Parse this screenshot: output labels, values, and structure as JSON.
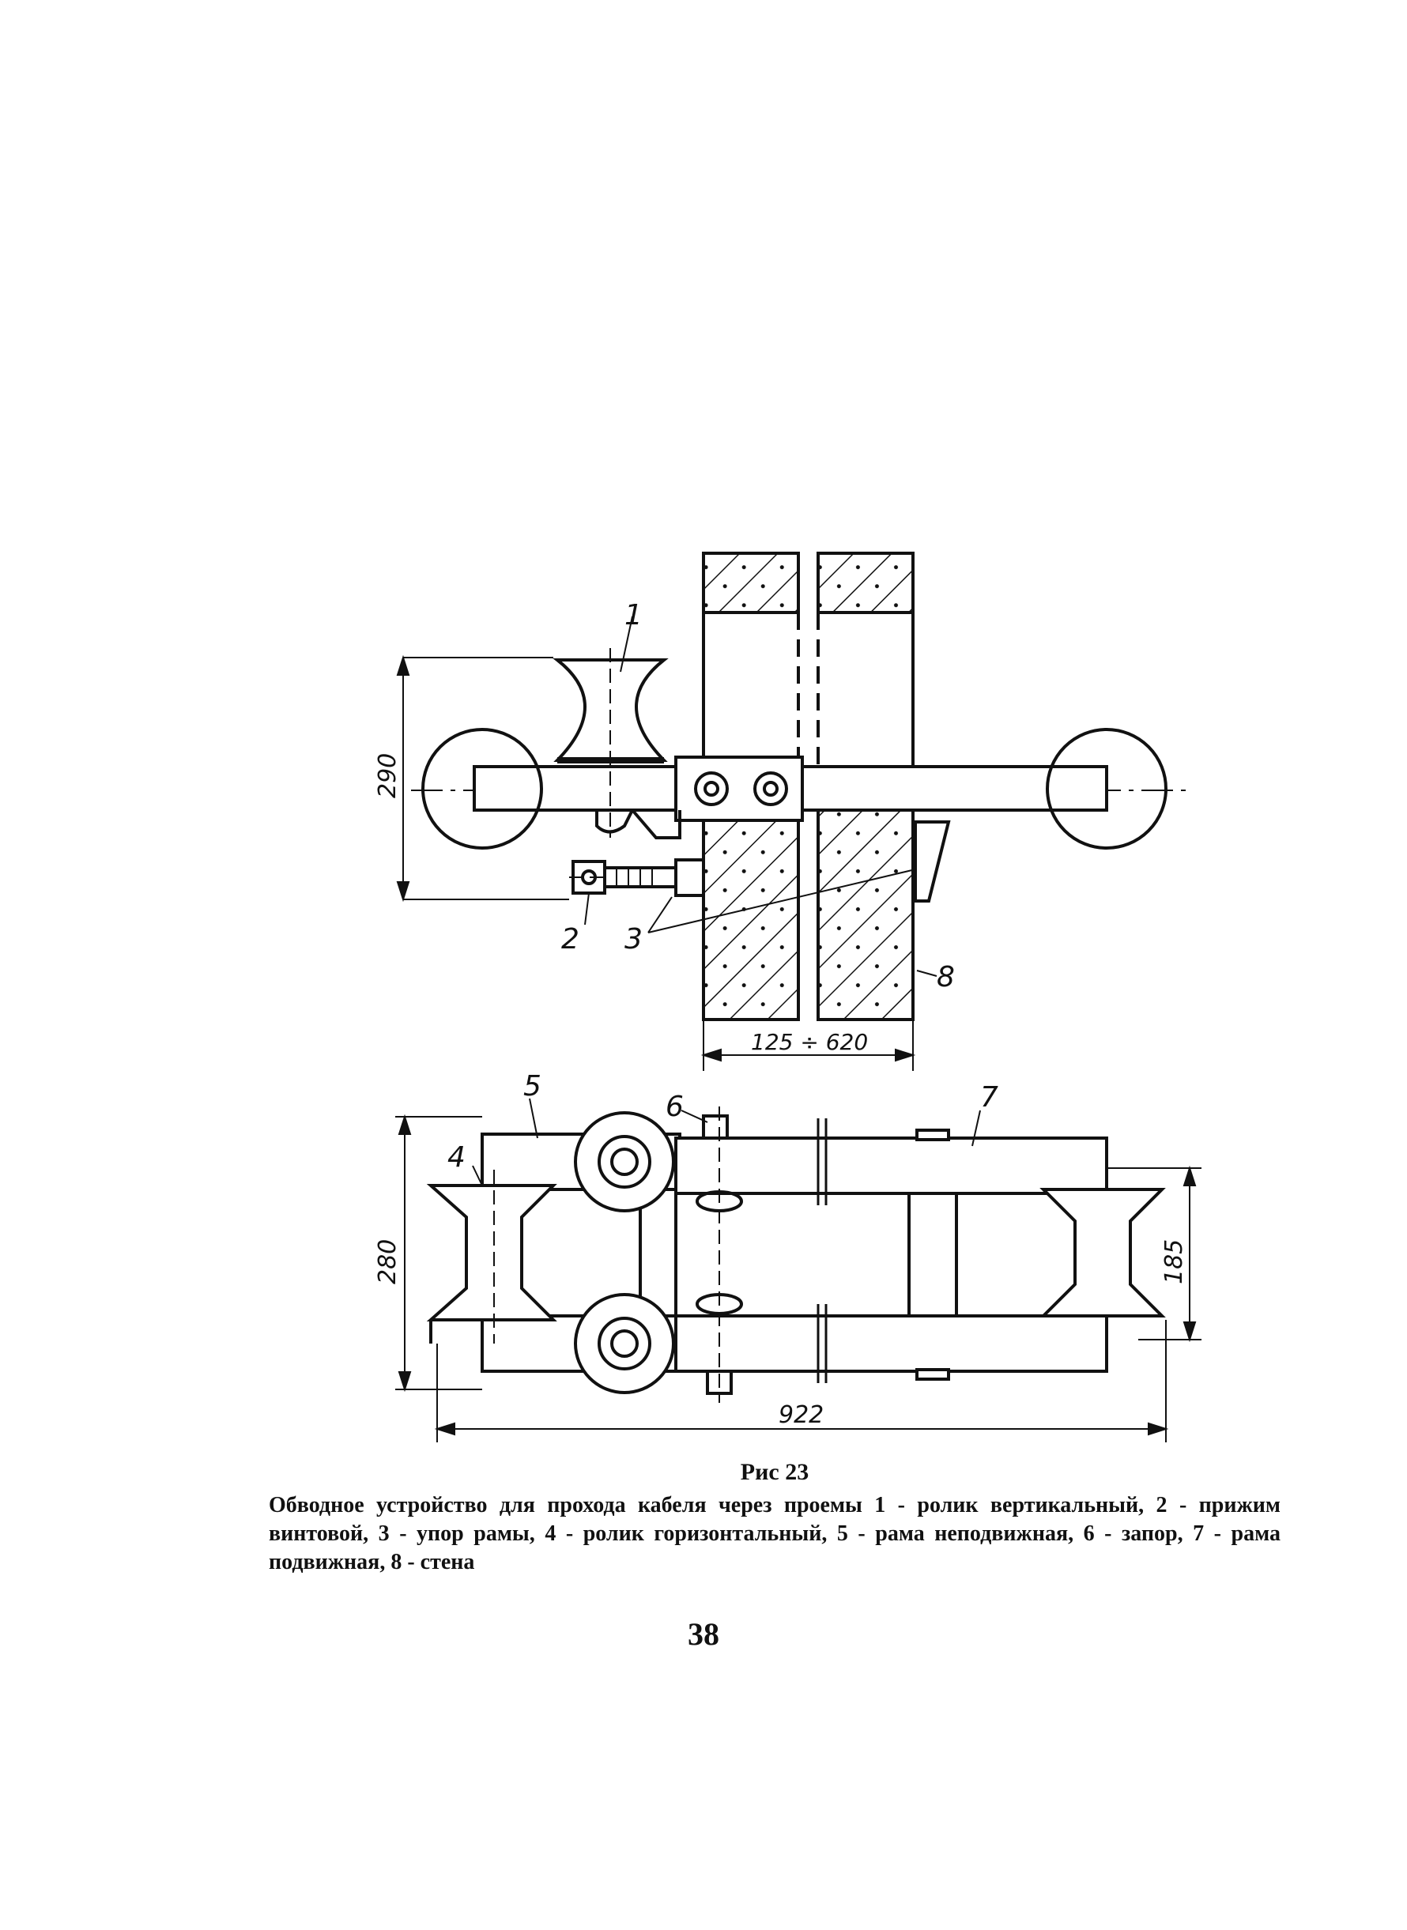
{
  "figure": {
    "callouts": [
      "1",
      "2",
      "3",
      "4",
      "5",
      "6",
      "7",
      "8"
    ],
    "dimensions": {
      "top_height": "290",
      "wall_gap": "125 ÷ 620",
      "bottom_height": "280",
      "bottom_inner": "185",
      "bottom_length": "922"
    }
  },
  "caption": {
    "title": "Рис  23",
    "text": "Обводное устройство для прохода кабеля через проемы  1 - ролик вертикальный, 2 - прижим винтовой, 3 - упор рамы, 4 - ролик горизонтальный, 5 - рама неподвижная, 6 - запор, 7 - рама подвижная, 8 - стена"
  },
  "page_number": "38"
}
